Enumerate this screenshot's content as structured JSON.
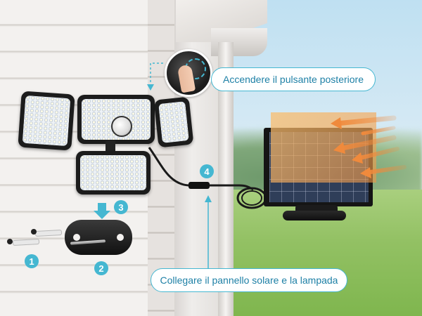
{
  "callouts": {
    "top_label": "Accendere il pulsante posteriore",
    "bottom_label": "Collegare il pannello solare e la lampada"
  },
  "steps": [
    "1",
    "2",
    "3",
    "4"
  ],
  "icons": [
    "solar-light-icon",
    "solar-panel-icon",
    "wall-bracket-icon",
    "screw-icon",
    "power-button-icon",
    "sun-ray-arrow-icon"
  ],
  "colors": {
    "accent": "#45b7d1",
    "label_text": "#1e80a6",
    "sun_rays": "#f08a3c"
  }
}
